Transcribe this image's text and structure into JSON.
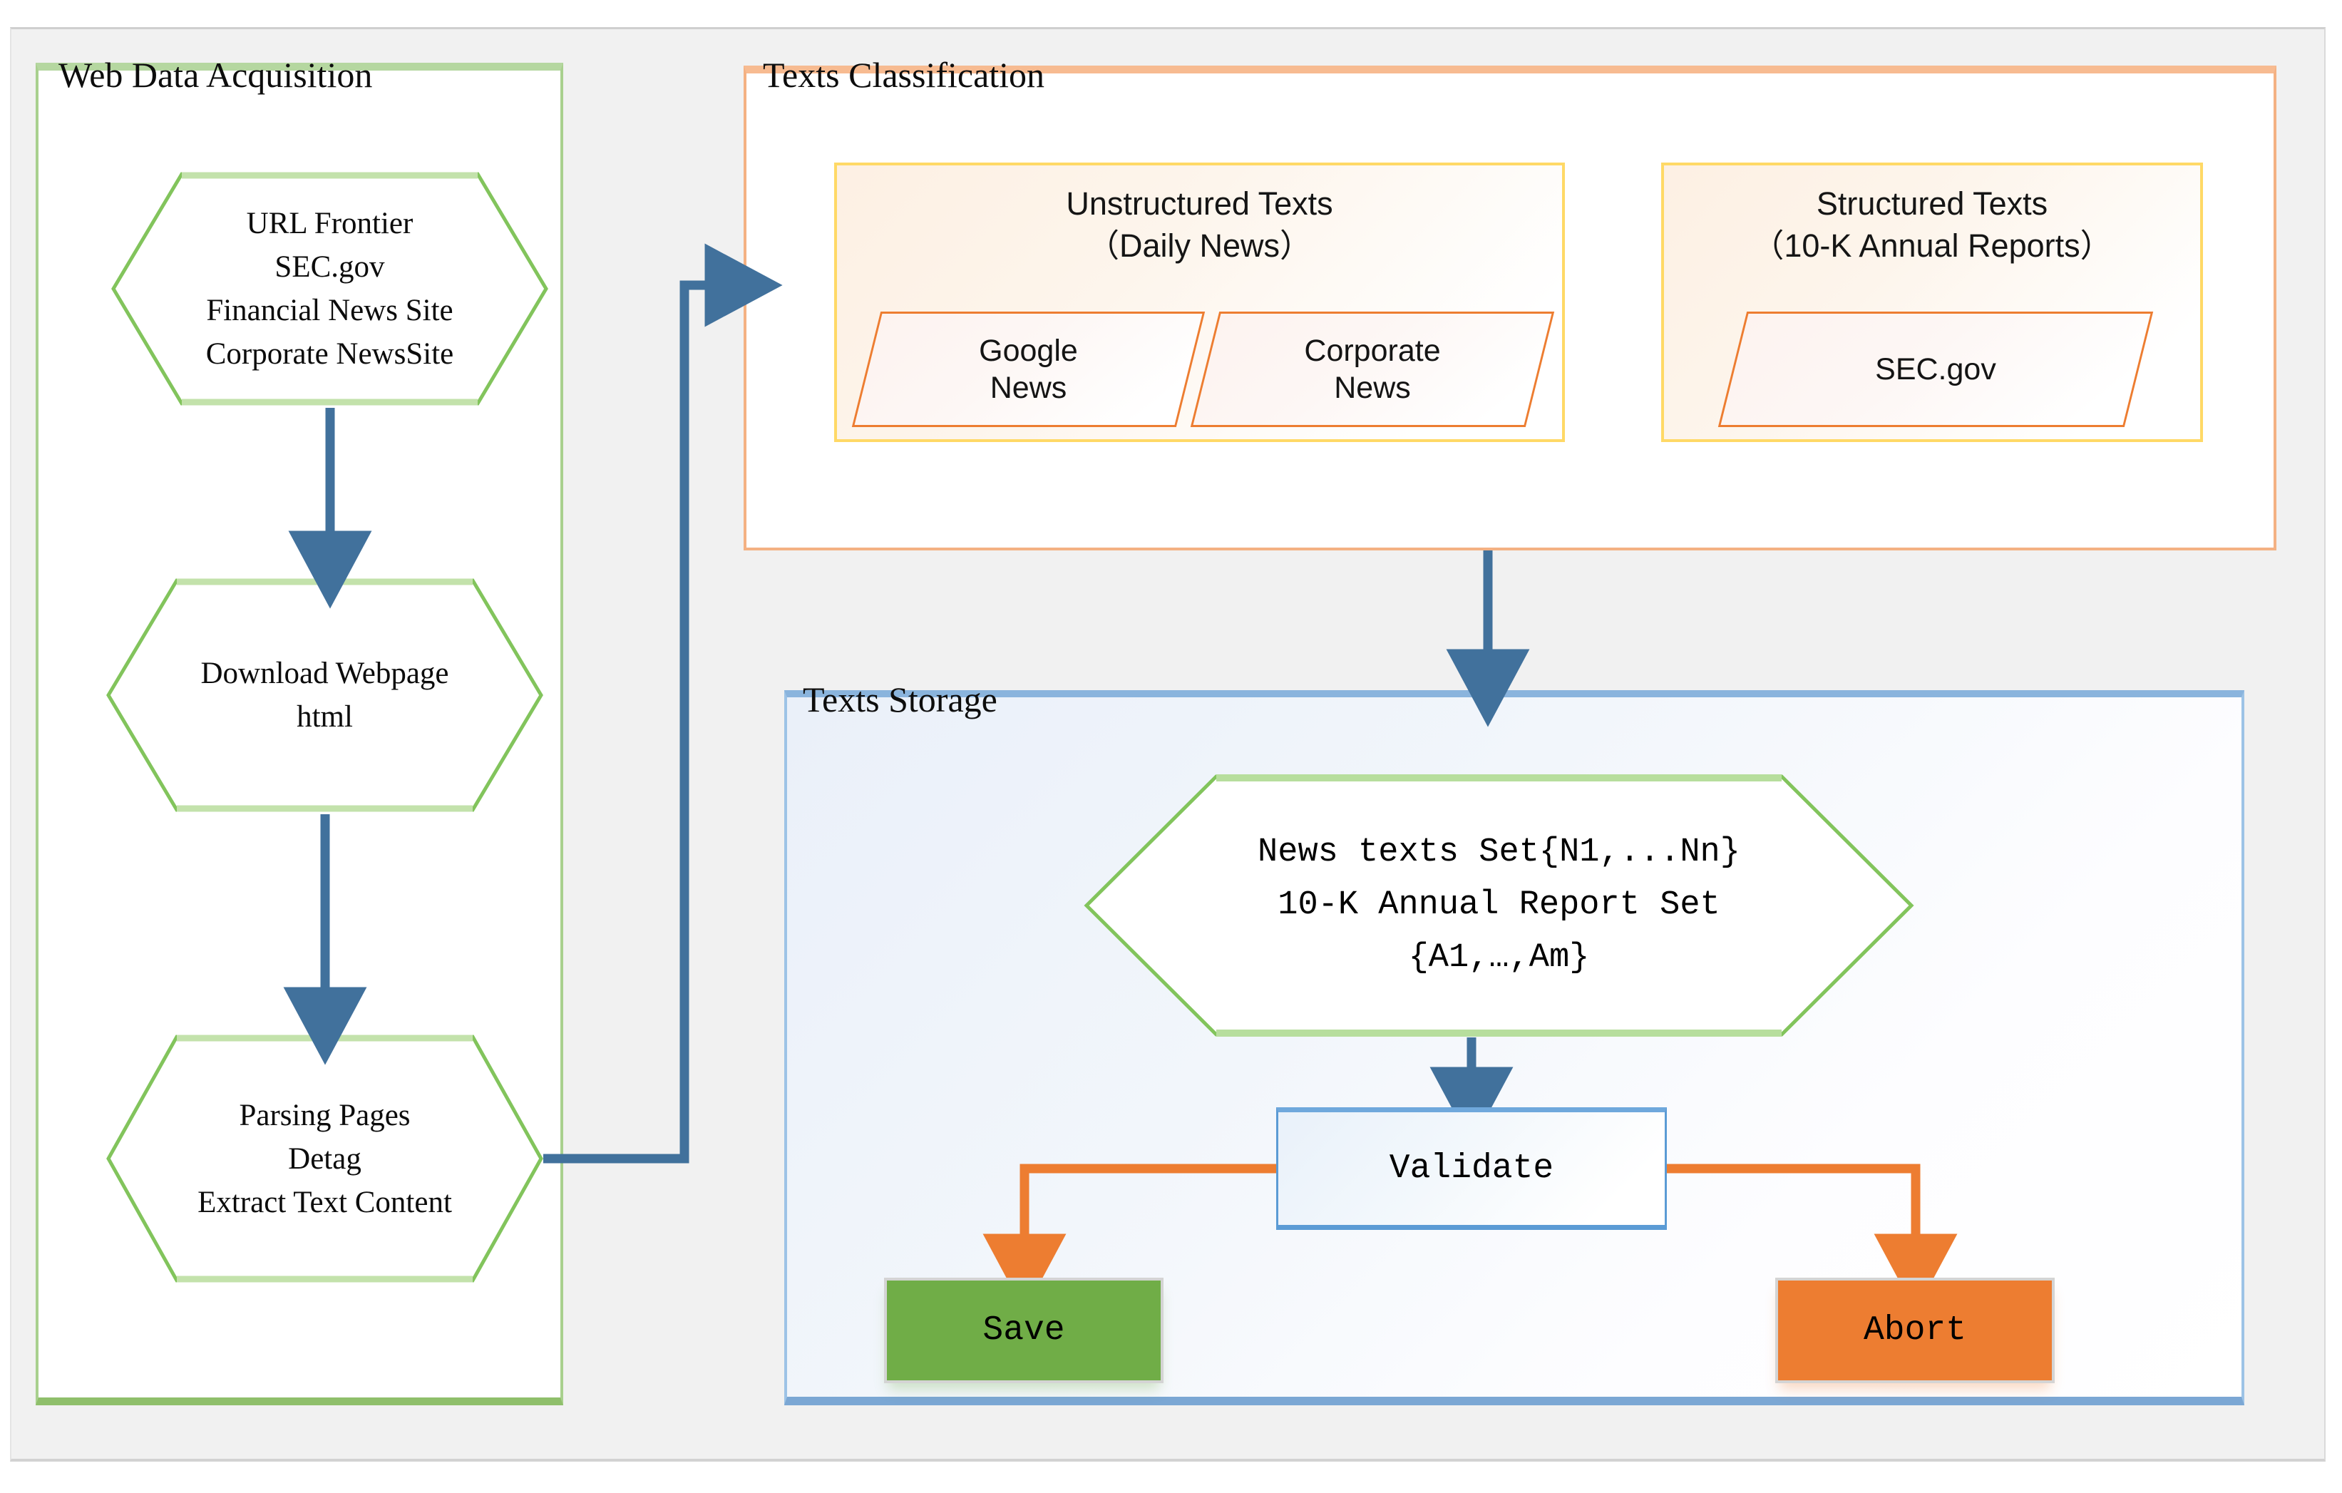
{
  "diagram": {
    "groups": {
      "web": {
        "title": "Web Data Acquisition"
      },
      "classification": {
        "title": "Texts Classification"
      },
      "storage": {
        "title": "Texts Storage"
      }
    },
    "web_nodes": [
      {
        "name": "url-frontier",
        "lines": [
          "URL Frontier",
          "SEC.gov",
          "Financial News Site",
          "Corporate NewsSite"
        ]
      },
      {
        "name": "download-webpage",
        "lines": [
          "Download Webpage",
          "html"
        ]
      },
      {
        "name": "parsing-pages",
        "lines": [
          "Parsing Pages",
          "Detag",
          "Extract Text Content"
        ]
      }
    ],
    "classification_cards": [
      {
        "name": "unstructured-texts",
        "title_line1": "Unstructured Texts",
        "title_line2": "（Daily News）",
        "sources": [
          {
            "name": "google-news",
            "line1": "Google",
            "line2": "News"
          },
          {
            "name": "corporate-news",
            "line1": "Corporate",
            "line2": "News"
          }
        ]
      },
      {
        "name": "structured-texts",
        "title_line1": "Structured Texts",
        "title_line2": "（10-K Annual Reports）",
        "sources": [
          {
            "name": "sec-gov",
            "line1": "SEC.gov",
            "line2": ""
          }
        ]
      }
    ],
    "storage": {
      "dataset_hexagon": {
        "line1": "News texts Set{N1,...Nn}",
        "line2": "10-K Annual Report Set",
        "line3": "{A1,…,Am}"
      },
      "validate_label": "Validate",
      "save_label": "Save",
      "abort_label": "Abort"
    },
    "colors": {
      "green_group": "#a9d08e",
      "orange_group": "#f4b183",
      "blue_group": "#9dc3e6",
      "card_border": "#ffd966",
      "parallelogram": "#ed7d31",
      "arrow_blue": "#41719c",
      "arrow_orange": "#ed7d31",
      "save_green": "#70ad47",
      "abort_orange": "#ed7d31",
      "plate_gray": "#f1f1f1"
    }
  }
}
